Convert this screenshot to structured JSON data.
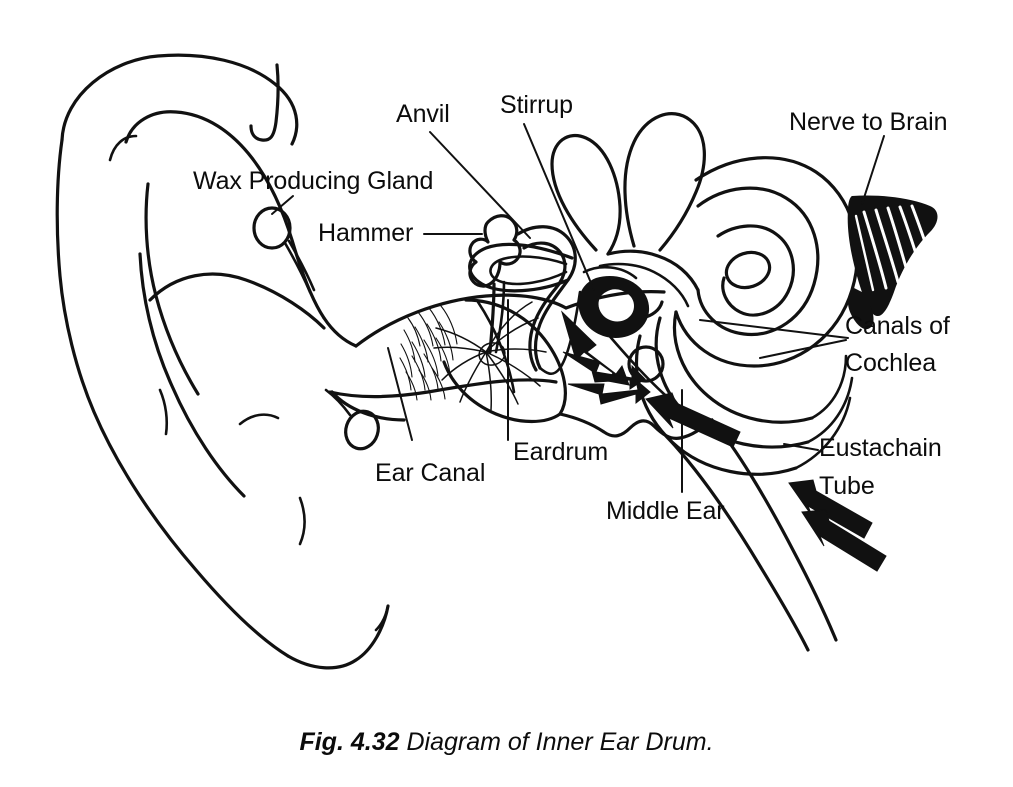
{
  "figure": {
    "caption_number": "Fig. 4.32",
    "caption_text": "Diagram of Inner Ear Drum.",
    "ink_color": "#111111",
    "background_color": "#ffffff"
  },
  "labels": {
    "wax_producing_gland": "Wax Producing Gland",
    "hammer": "Hammer",
    "anvil": "Anvil",
    "stirrup": "Stirrup",
    "nerve_to_brain": "Nerve to Brain",
    "canals_of_cochlea_line1": "Canals of",
    "canals_of_cochlea_line2": "Cochlea",
    "eustachain_tube_line1": "Eustachain",
    "eustachain_tube_line2": "Tube",
    "ear_canal": "Ear Canal",
    "eardrum": "Eardrum",
    "middle_ear": "Middle Ear"
  }
}
